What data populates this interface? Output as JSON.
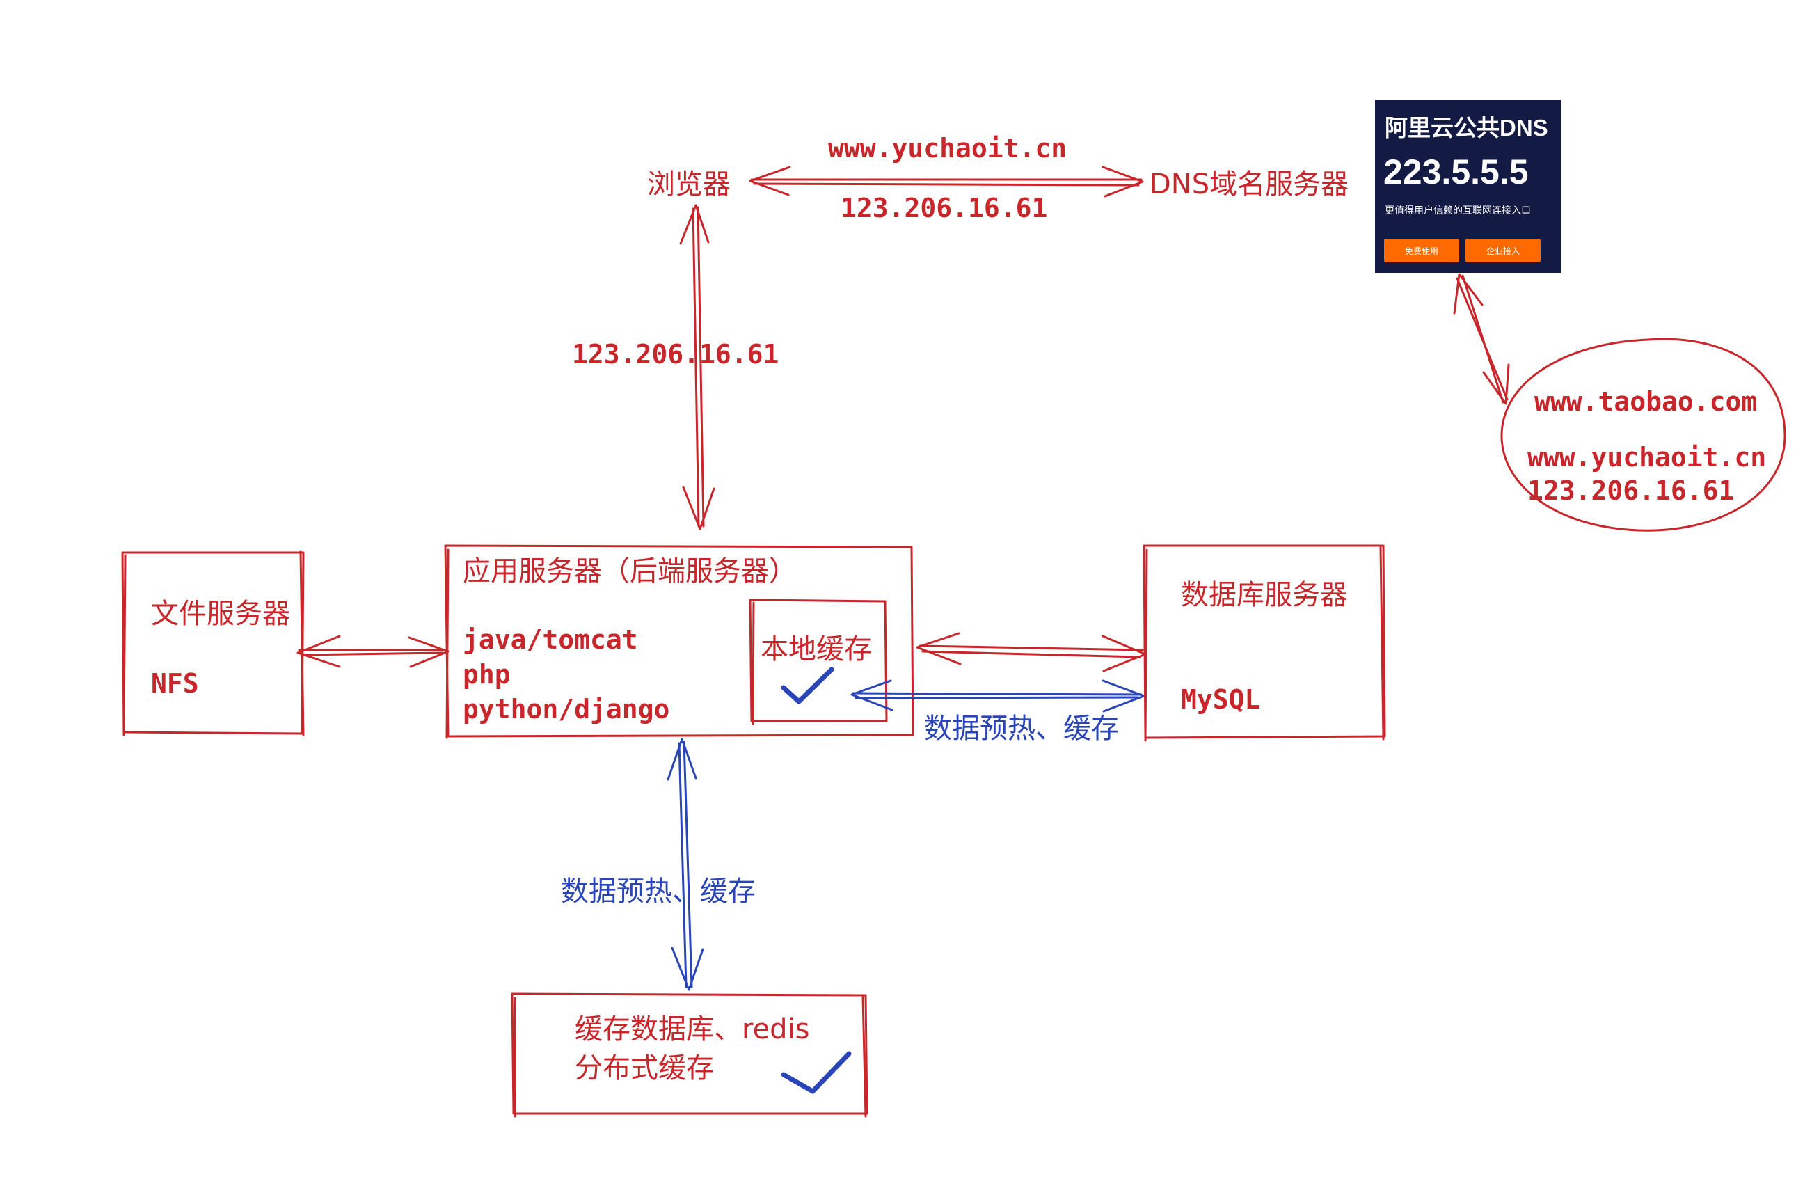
{
  "browser": {
    "label": "浏览器"
  },
  "dns_lookup": {
    "domain": "www.yuchaoit.cn",
    "ip": "123.206.16.61"
  },
  "dns_server": {
    "label": "DNS域名服务器"
  },
  "browser_to_app": {
    "ip": "123.206.16.61"
  },
  "aliyun_dns_card": {
    "title": "阿里云公共DNS",
    "ip": "223.5.5.5",
    "subtitle": "更值得用户信赖的互联网连接入口",
    "button_free": "免费使用",
    "button_enterprise": "企业接入",
    "background_color": "#131a44",
    "button_color": "#ff6a00"
  },
  "dns_records": {
    "line1": "www.taobao.com",
    "line2": "www.yuchaoit.cn",
    "line3": "123.206.16.61"
  },
  "file_server": {
    "title": "文件服务器",
    "subtitle": "NFS"
  },
  "app_server": {
    "title": "应用服务器（后端服务器）",
    "stack": [
      "java/tomcat",
      "php",
      "python/django"
    ],
    "local_cache": "本地缓存"
  },
  "db_server": {
    "title": "数据库服务器",
    "subtitle": "MySQL"
  },
  "db_link": {
    "label": "数据预热、缓存"
  },
  "redis_link": {
    "label": "数据预热、缓存"
  },
  "cache_db": {
    "line1": "缓存数据库、redis",
    "line2": "分布式缓存"
  },
  "colors": {
    "red": "#c8262b",
    "blue": "#2a45b8"
  }
}
